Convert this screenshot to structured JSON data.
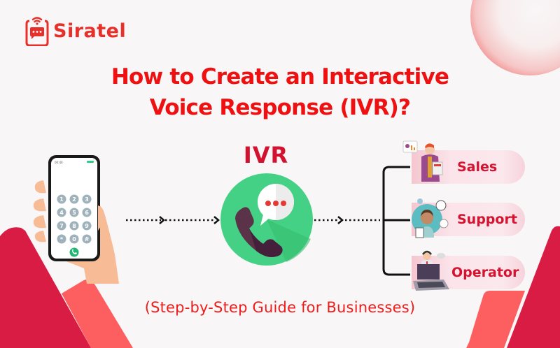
{
  "brand": {
    "name": "Siratel",
    "logo_icon": "phone-chat-wifi-icon",
    "color": "#e8302b"
  },
  "title": {
    "line1": "How to Create an Interactive",
    "line2": "Voice Response (IVR)?",
    "color": "#ef1111"
  },
  "phone": {
    "status_time": "00:40",
    "keypad": [
      "1",
      "2",
      "3",
      "4",
      "5",
      "6",
      "7",
      "8",
      "9",
      "*",
      "0",
      "#"
    ],
    "call_icon": "call-button-icon"
  },
  "ivr": {
    "label": "IVR",
    "icon": "phone-speech-bubble-icon",
    "circle_color": "#3cc878",
    "label_color": "#d3122f"
  },
  "departments": [
    {
      "label": "Sales",
      "icon": "salesperson-icon"
    },
    {
      "label": "Support",
      "icon": "support-agent-icon"
    },
    {
      "label": "Operator",
      "icon": "operator-laptop-icon"
    }
  ],
  "subtitle": "(Step-by-Step Guide for Businesses)",
  "colors": {
    "background": "#f8f6f7",
    "accent_dark": "#d91c44",
    "accent_light": "#fd5f60"
  }
}
